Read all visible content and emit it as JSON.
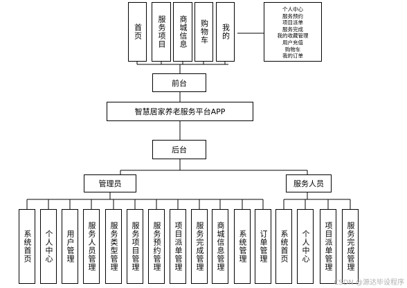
{
  "diagram": {
    "frontend_items": [
      "首页",
      "服务项目",
      "商城信息",
      "购物车",
      "我的"
    ],
    "my_subitems": [
      "个人中心",
      "服务预约",
      "项目派单",
      "服务完成",
      "我的收藏管理",
      "用户充值",
      "购物车",
      "我的订单"
    ],
    "frontend_label": "前台",
    "app_label": "智慧居家养老服务平台APP",
    "backend_label": "后台",
    "admin_label": "管理员",
    "staff_label": "服务人员",
    "admin_items": [
      "系统首页",
      "个人中心",
      "用户管理",
      "服务人员管理",
      "服务类型管理",
      "服务项目管理",
      "服务预约管理",
      "项目派单管理",
      "服务完成管理",
      "商城信息管理",
      "系统管理",
      "订单管理"
    ],
    "staff_items": [
      "系统首页",
      "个人中心",
      "项目派单管理",
      "服务完成管理"
    ]
  },
  "watermark": "CSDN @源达毕设程序"
}
